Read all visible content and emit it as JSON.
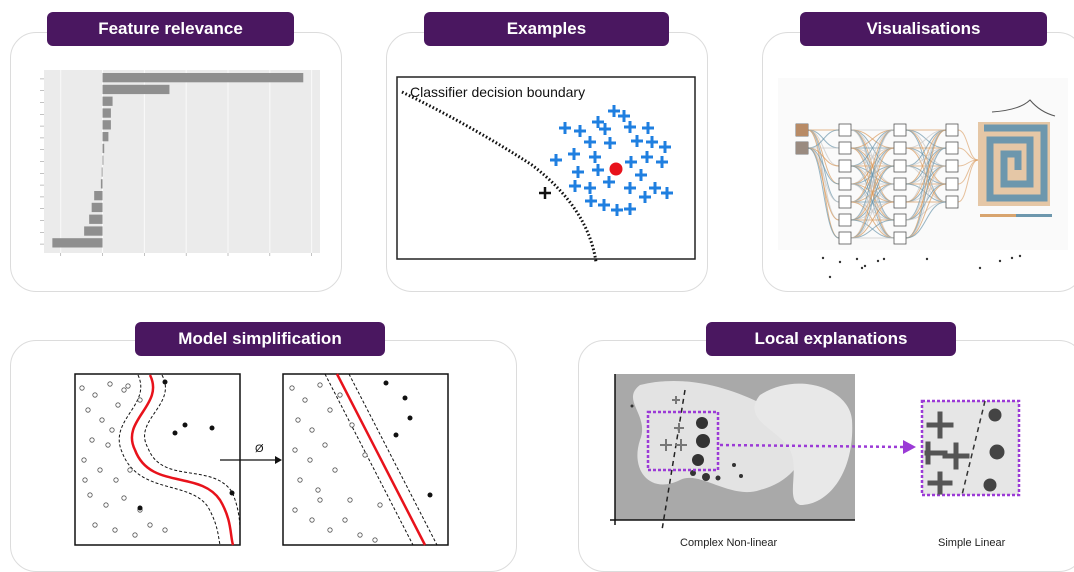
{
  "panels": {
    "feature_relevance": {
      "title": "Feature relevance"
    },
    "examples": {
      "title": "Examples",
      "caption": "Classifier decision boundary"
    },
    "visualisations": {
      "title": "Visualisations"
    },
    "model_simplification": {
      "title": "Model simplification",
      "arrow_label": "Ø"
    },
    "local_explanations": {
      "title": "Local explanations",
      "left_caption": "Complex Non-linear",
      "right_caption": "Simple Linear"
    }
  },
  "colors": {
    "tag_bg": "#4a1760",
    "plus_blue": "#1f7fe0",
    "red_point": "#e8121b",
    "boundary_red": "#e8121b",
    "local_box": "#9b3ad6"
  },
  "chart_data": {
    "type": "bar",
    "orientation": "horizontal",
    "values": [
      0.024,
      0.008,
      0.0012,
      0.001,
      0.001,
      0.0007,
      0.0002,
      0.0001,
      -0.0001,
      -0.0002,
      -0.001,
      -0.0013,
      -0.0016,
      -0.0022,
      -0.006
    ],
    "xlim": [
      -0.007,
      0.026
    ],
    "grid": true
  },
  "icons": [
    "plus-icon",
    "red-dot-icon",
    "arrow-right-icon",
    "neural-network-icon"
  ]
}
